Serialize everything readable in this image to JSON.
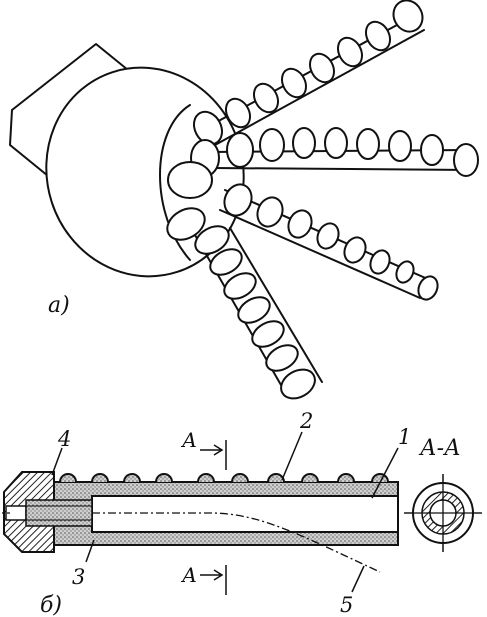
{
  "figure": {
    "part_a_label": "а)",
    "part_b_label": "б)",
    "section_title": "А-А",
    "section_mark_top": "А",
    "section_mark_bottom": "А",
    "callouts": [
      "1",
      "2",
      "3",
      "4",
      "5"
    ]
  },
  "colors": {
    "ink": "#111111",
    "paper": "#ffffff",
    "hatch": "#555555",
    "stipple": "#9a9a9a"
  }
}
